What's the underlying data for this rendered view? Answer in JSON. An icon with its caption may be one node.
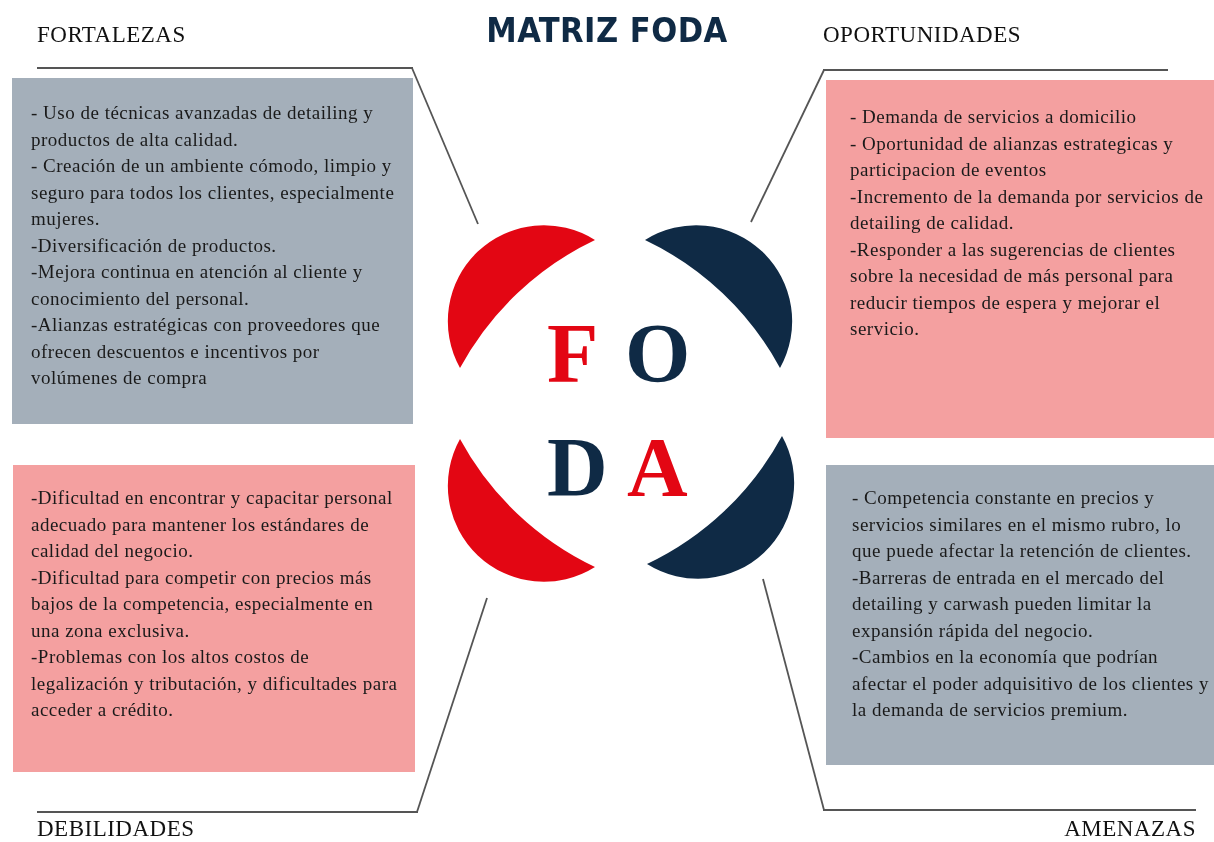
{
  "diagram": {
    "title": "MATRIZ FODA",
    "nodes": [
      {
        "text": [
          "FORTALEZAS"
        ]
      },
      {
        "text": [],
        "shape": "crescent"
      },
      {
        "text": [
          "- Uso de técnicas avanzadas de detailing y productos de alta calidad.",
          "- Creación de un ambiente cómodo, limpio y seguro para todos los clientes, especialmente mujeres.",
          "-Diversificación de productos.",
          "-Mejora continua en atención al cliente y conocimiento del personal.",
          "-Alianzas estratégicas con proveedores que ofrecen descuentos e incentivos por volúmenes de compra"
        ]
      },
      {
        "text": [
          "OPORTUNIDADES"
        ]
      },
      {
        "text": [],
        "shape": "crescent"
      },
      {
        "text": [
          "- Demanda de servicios a domicilio",
          "- Oportunidad de alianzas estrategicas y participacion de eventos",
          "-Incremento de la demanda por servicios de detailing de calidad.",
          "-Responder a las sugerencias de clientes sobre la necesidad de más personal para reducir tiempos de espera y mejorar el servicio."
        ]
      },
      {
        "text": [
          "-Dificultad en encontrar y capacitar personal adecuado para mantener los estándares de calidad del negocio.",
          "-Dificultad para competir con precios más bajos de la competencia, especialmente en una zona exclusiva.",
          "-Problemas con los altos costos de legalización y tributación, y dificultades para acceder a crédito."
        ]
      },
      {
        "text": [],
        "shape": "crescent"
      },
      {
        "text": [
          "DEBILIDADES"
        ]
      },
      {
        "text": [
          "- Competencia constante en precios y servicios similares en el mismo rubro, lo que puede afectar la retención de clientes.",
          "-Barreras de entrada en el mercado del detailing y carwash pueden limitar la expansión rápida del negocio.",
          "-Cambios en la economía que podrían afectar el poder adquisitivo de los clientes y la demanda de servicios premium."
        ]
      },
      {
        "text": [],
        "shape": "crescent"
      },
      {
        "text": [
          "AMENAZAS"
        ]
      }
    ],
    "edges": [
      {
        "from": 0,
        "to": 1,
        "arrow": "none"
      },
      {
        "from": 3,
        "to": 4,
        "arrow": "none"
      },
      {
        "from": 8,
        "to": 7,
        "arrow": "none"
      },
      {
        "from": 11,
        "to": 10,
        "arrow": "none"
      }
    ],
    "labels": [
      "F",
      "O",
      "D",
      "A"
    ]
  }
}
